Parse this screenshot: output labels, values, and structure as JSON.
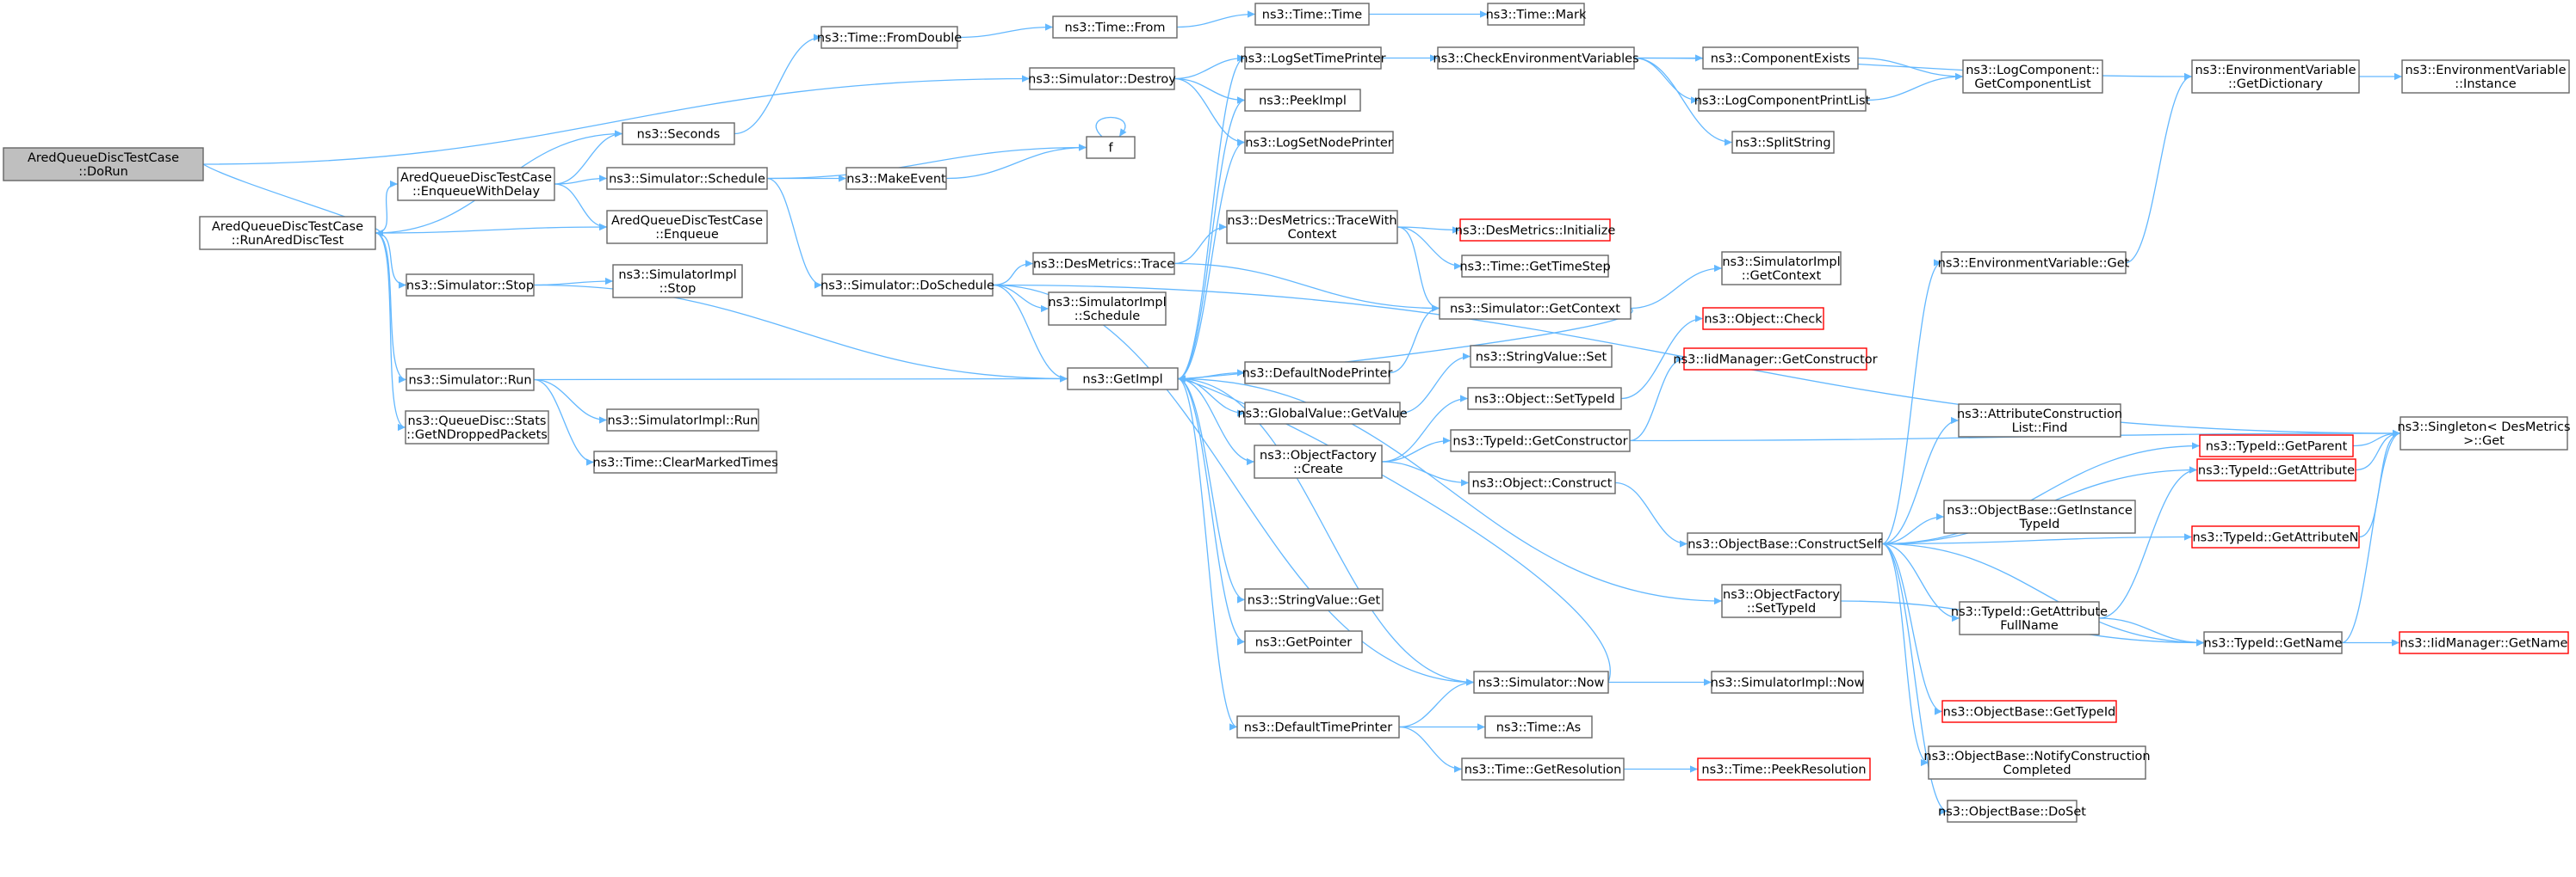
{
  "nodes": [
    {
      "id": "dorun",
      "lines": [
        "AredQueueDiscTestCase",
        "::DoRun"
      ],
      "root": true
    },
    {
      "id": "runared",
      "lines": [
        "AredQueueDiscTestCase",
        "::RunAredDiscTest"
      ]
    },
    {
      "id": "enqdelay",
      "lines": [
        "AredQueueDiscTestCase",
        "::EnqueueWithDelay"
      ]
    },
    {
      "id": "enqueue",
      "lines": [
        "AredQueueDiscTestCase",
        "::Enqueue"
      ]
    },
    {
      "id": "stop",
      "lines": [
        "ns3::Simulator::Stop"
      ]
    },
    {
      "id": "run",
      "lines": [
        "ns3::Simulator::Run"
      ]
    },
    {
      "id": "getndropped",
      "lines": [
        "ns3::QueueDisc::Stats",
        "::GetNDroppedPackets"
      ]
    },
    {
      "id": "seconds",
      "lines": [
        "ns3::Seconds"
      ]
    },
    {
      "id": "schedule",
      "lines": [
        "ns3::Simulator::Schedule"
      ]
    },
    {
      "id": "destroy",
      "lines": [
        "ns3::Simulator::Destroy"
      ]
    },
    {
      "id": "implstop",
      "lines": [
        "ns3::SimulatorImpl",
        "::Stop"
      ]
    },
    {
      "id": "implrun",
      "lines": [
        "ns3::SimulatorImpl::Run"
      ]
    },
    {
      "id": "clearmarked",
      "lines": [
        "ns3::Time::ClearMarkedTimes"
      ]
    },
    {
      "id": "fromdouble",
      "lines": [
        "ns3::Time::FromDouble"
      ]
    },
    {
      "id": "makeevent",
      "lines": [
        "ns3::MakeEvent"
      ]
    },
    {
      "id": "doschedule",
      "lines": [
        "ns3::Simulator::DoSchedule"
      ]
    },
    {
      "id": "timefrom",
      "lines": [
        "ns3::Time::From"
      ]
    },
    {
      "id": "f",
      "lines": [
        "f"
      ]
    },
    {
      "id": "destrace",
      "lines": [
        "ns3::DesMetrics::Trace"
      ]
    },
    {
      "id": "implschedule",
      "lines": [
        "ns3::SimulatorImpl",
        "::Schedule"
      ]
    },
    {
      "id": "getimpl",
      "lines": [
        "ns3::GetImpl"
      ]
    },
    {
      "id": "timetime",
      "lines": [
        "ns3::Time::Time"
      ]
    },
    {
      "id": "logsettime",
      "lines": [
        "ns3::LogSetTimePrinter"
      ]
    },
    {
      "id": "peekimpl",
      "lines": [
        "ns3::PeekImpl"
      ]
    },
    {
      "id": "logsetnode",
      "lines": [
        "ns3::LogSetNodePrinter"
      ]
    },
    {
      "id": "tracewithctx",
      "lines": [
        "ns3::DesMetrics::TraceWith",
        "Context"
      ]
    },
    {
      "id": "defaultnode",
      "lines": [
        "ns3::DefaultNodePrinter"
      ]
    },
    {
      "id": "globalvalue",
      "lines": [
        "ns3::GlobalValue::GetValue"
      ]
    },
    {
      "id": "objfactcreate",
      "lines": [
        "ns3::ObjectFactory",
        "::Create"
      ]
    },
    {
      "id": "stringget",
      "lines": [
        "ns3::StringValue::Get"
      ]
    },
    {
      "id": "getpointer",
      "lines": [
        "ns3::GetPointer"
      ]
    },
    {
      "id": "defaulttime",
      "lines": [
        "ns3::DefaultTimePrinter"
      ]
    },
    {
      "id": "timemark",
      "lines": [
        "ns3::Time::Mark"
      ]
    },
    {
      "id": "checkenv",
      "lines": [
        "ns3::CheckEnvironmentVariables"
      ]
    },
    {
      "id": "desinit",
      "lines": [
        "ns3::DesMetrics::Initialize"
      ],
      "red": true
    },
    {
      "id": "gettimestep",
      "lines": [
        "ns3::Time::GetTimeStep"
      ]
    },
    {
      "id": "getcontext",
      "lines": [
        "ns3::Simulator::GetContext"
      ]
    },
    {
      "id": "stringset",
      "lines": [
        "ns3::StringValue::Set"
      ]
    },
    {
      "id": "objsettypeid",
      "lines": [
        "ns3::Object::SetTypeId"
      ]
    },
    {
      "id": "typeidgetctor",
      "lines": [
        "ns3::TypeId::GetConstructor"
      ]
    },
    {
      "id": "objconstruct",
      "lines": [
        "ns3::Object::Construct"
      ]
    },
    {
      "id": "simnow",
      "lines": [
        "ns3::Simulator::Now"
      ]
    },
    {
      "id": "timeas",
      "lines": [
        "ns3::Time::As"
      ]
    },
    {
      "id": "getresolution",
      "lines": [
        "ns3::Time::GetResolution"
      ]
    },
    {
      "id": "compexists",
      "lines": [
        "ns3::ComponentExists"
      ]
    },
    {
      "id": "logcompprint",
      "lines": [
        "ns3::LogComponentPrintList"
      ]
    },
    {
      "id": "splitstring",
      "lines": [
        "ns3::SplitString"
      ]
    },
    {
      "id": "implgetctx",
      "lines": [
        "ns3::SimulatorImpl",
        "::GetContext"
      ]
    },
    {
      "id": "objcheck",
      "lines": [
        "ns3::Object::Check"
      ],
      "red": true
    },
    {
      "id": "iidgetctor",
      "lines": [
        "ns3::IidManager::GetConstructor"
      ],
      "red": true
    },
    {
      "id": "constructself",
      "lines": [
        "ns3::ObjectBase::ConstructSelf"
      ]
    },
    {
      "id": "factsettypeid",
      "lines": [
        "ns3::ObjectFactory",
        "::SetTypeId"
      ]
    },
    {
      "id": "implnow",
      "lines": [
        "ns3::SimulatorImpl::Now"
      ]
    },
    {
      "id": "peekres",
      "lines": [
        "ns3::Time::PeekResolution"
      ],
      "red": true
    },
    {
      "id": "getcomplist",
      "lines": [
        "ns3::LogComponent::",
        "GetComponentList"
      ]
    },
    {
      "id": "envget",
      "lines": [
        "ns3::EnvironmentVariable::Get"
      ]
    },
    {
      "id": "attrfind",
      "lines": [
        "ns3::AttributeConstruction",
        "List::Find"
      ]
    },
    {
      "id": "getinsttypeid",
      "lines": [
        "ns3::ObjectBase::GetInstance",
        "TypeId"
      ]
    },
    {
      "id": "getattrfull",
      "lines": [
        "ns3::TypeId::GetAttribute",
        "FullName"
      ]
    },
    {
      "id": "obgettypeid",
      "lines": [
        "ns3::ObjectBase::GetTypeId"
      ],
      "red": true
    },
    {
      "id": "notifyconst",
      "lines": [
        "ns3::ObjectBase::NotifyConstruction",
        "Completed"
      ]
    },
    {
      "id": "doset",
      "lines": [
        "ns3::ObjectBase::DoSet"
      ]
    },
    {
      "id": "envgetdict",
      "lines": [
        "ns3::EnvironmentVariable",
        "::GetDictionary"
      ]
    },
    {
      "id": "getparent",
      "lines": [
        "ns3::TypeId::GetParent"
      ],
      "red": true
    },
    {
      "id": "getattribute",
      "lines": [
        "ns3::TypeId::GetAttribute"
      ],
      "red": true
    },
    {
      "id": "getattributen",
      "lines": [
        "ns3::TypeId::GetAttributeN"
      ],
      "red": true
    },
    {
      "id": "getname",
      "lines": [
        "ns3::TypeId::GetName"
      ]
    },
    {
      "id": "envinstance",
      "lines": [
        "ns3::EnvironmentVariable",
        "::Instance"
      ]
    },
    {
      "id": "singletonget",
      "lines": [
        "ns3::Singleton< DesMetrics",
        ">::Get"
      ]
    },
    {
      "id": "iidgetname",
      "lines": [
        "ns3::IidManager::GetName"
      ],
      "red": true
    }
  ],
  "edges": [
    [
      "dorun",
      "runared"
    ],
    [
      "dorun",
      "destroy"
    ],
    [
      "runared",
      "enqdelay"
    ],
    [
      "runared",
      "enqueue"
    ],
    [
      "runared",
      "seconds"
    ],
    [
      "runared",
      "stop"
    ],
    [
      "runared",
      "run"
    ],
    [
      "runared",
      "getndropped"
    ],
    [
      "enqdelay",
      "seconds"
    ],
    [
      "enqdelay",
      "schedule"
    ],
    [
      "enqdelay",
      "enqueue"
    ],
    [
      "stop",
      "implstop"
    ],
    [
      "stop",
      "getimpl"
    ],
    [
      "run",
      "getimpl"
    ],
    [
      "run",
      "implrun"
    ],
    [
      "run",
      "clearmarked"
    ],
    [
      "seconds",
      "fromdouble"
    ],
    [
      "schedule",
      "makeevent"
    ],
    [
      "schedule",
      "doschedule"
    ],
    [
      "schedule",
      "f"
    ],
    [
      "destroy",
      "logsettime"
    ],
    [
      "destroy",
      "peekimpl"
    ],
    [
      "destroy",
      "logsetnode"
    ],
    [
      "fromdouble",
      "timefrom"
    ],
    [
      "timefrom",
      "timetime"
    ],
    [
      "timetime",
      "timemark"
    ],
    [
      "makeevent",
      "f"
    ],
    [
      "f",
      "f"
    ],
    [
      "doschedule",
      "destrace"
    ],
    [
      "doschedule",
      "implschedule"
    ],
    [
      "doschedule",
      "getimpl"
    ],
    [
      "doschedule",
      "simnow"
    ],
    [
      "doschedule",
      "singletonget"
    ],
    [
      "destrace",
      "tracewithctx"
    ],
    [
      "destrace",
      "getcontext"
    ],
    [
      "tracewithctx",
      "desinit"
    ],
    [
      "tracewithctx",
      "gettimestep"
    ],
    [
      "tracewithctx",
      "getcontext"
    ],
    [
      "getimpl",
      "logsettime"
    ],
    [
      "getimpl",
      "peekimpl"
    ],
    [
      "getimpl",
      "logsetnode"
    ],
    [
      "getimpl",
      "defaultnode"
    ],
    [
      "getimpl",
      "globalvalue"
    ],
    [
      "getimpl",
      "objfactcreate"
    ],
    [
      "getimpl",
      "stringget"
    ],
    [
      "getimpl",
      "getpointer"
    ],
    [
      "getimpl",
      "defaulttime"
    ],
    [
      "getimpl",
      "factsettypeid"
    ],
    [
      "getimpl",
      "simnow"
    ],
    [
      "logsettime",
      "checkenv"
    ],
    [
      "checkenv",
      "envgetdict"
    ],
    [
      "checkenv",
      "compexists"
    ],
    [
      "checkenv",
      "logcompprint"
    ],
    [
      "checkenv",
      "splitstring"
    ],
    [
      "compexists",
      "getcomplist"
    ],
    [
      "logcompprint",
      "getcomplist"
    ],
    [
      "getcontext",
      "implgetctx"
    ],
    [
      "getcontext",
      "getimpl"
    ],
    [
      "defaultnode",
      "getcontext"
    ],
    [
      "globalvalue",
      "stringset"
    ],
    [
      "objfactcreate",
      "objsettypeid"
    ],
    [
      "objfactcreate",
      "typeidgetctor"
    ],
    [
      "objfactcreate",
      "objconstruct"
    ],
    [
      "objsettypeid",
      "objcheck"
    ],
    [
      "typeidgetctor",
      "iidgetctor"
    ],
    [
      "typeidgetctor",
      "singletonget"
    ],
    [
      "objconstruct",
      "constructself"
    ],
    [
      "defaulttime",
      "simnow"
    ],
    [
      "defaulttime",
      "timeas"
    ],
    [
      "defaulttime",
      "getresolution"
    ],
    [
      "simnow",
      "getimpl"
    ],
    [
      "simnow",
      "implnow"
    ],
    [
      "getresolution",
      "peekres"
    ],
    [
      "factsettypeid",
      "getname"
    ],
    [
      "constructself",
      "envget"
    ],
    [
      "constructself",
      "getparent"
    ],
    [
      "constructself",
      "attrfind"
    ],
    [
      "constructself",
      "getattribute"
    ],
    [
      "constructself",
      "getinsttypeid"
    ],
    [
      "constructself",
      "getattributen"
    ],
    [
      "constructself",
      "getattrfull"
    ],
    [
      "constructself",
      "getname"
    ],
    [
      "constructself",
      "obgettypeid"
    ],
    [
      "constructself",
      "notifyconst"
    ],
    [
      "constructself",
      "doset"
    ],
    [
      "envget",
      "envgetdict"
    ],
    [
      "envgetdict",
      "envinstance"
    ],
    [
      "getparent",
      "singletonget"
    ],
    [
      "getattribute",
      "singletonget"
    ],
    [
      "getattributen",
      "singletonget"
    ],
    [
      "getattrfull",
      "getattribute"
    ],
    [
      "getattrfull",
      "getname"
    ],
    [
      "getname",
      "singletonget"
    ],
    [
      "getname",
      "iidgetname"
    ]
  ]
}
